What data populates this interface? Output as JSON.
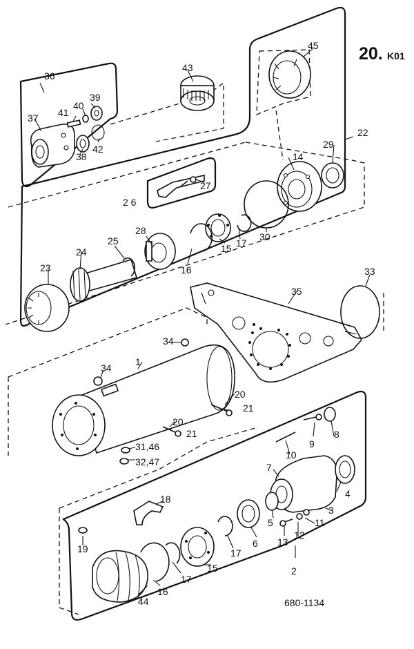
{
  "header": {
    "section_main": "20.",
    "section_sub": "K01"
  },
  "footer": {
    "drawing_number": "680-1134"
  },
  "callouts": {
    "c1": "1",
    "c2": "2",
    "c3": "3",
    "c4": "4",
    "c5": "5",
    "c6": "6",
    "c7": "7",
    "c8": "8",
    "c9": "9",
    "c10": "10",
    "c11": "11",
    "c12": "12",
    "c13": "13",
    "c14": "14",
    "c15a": "15",
    "c15b": "15",
    "c16a": "16",
    "c16b": "16",
    "c17a": "17",
    "c17b": "17",
    "c17c": "17",
    "c18": "18",
    "c19": "19",
    "c20a": "20",
    "c20b": "20",
    "c21a": "21",
    "c21b": "21",
    "c22": "22",
    "c23": "23",
    "c24": "24",
    "c25": "25",
    "c26": "2 6",
    "c27": "27",
    "c28": "28",
    "c29": "29",
    "c30": "30",
    "c31": "31,46",
    "c32": "32,47",
    "c33": "33",
    "c34a": "34",
    "c34b": "34",
    "c35": "35",
    "c36": "36",
    "c37": "37",
    "c38": "38",
    "c39": "39",
    "c40": "40",
    "c41": "41",
    "c42": "42",
    "c43": "43",
    "c44": "44",
    "c45": "45"
  }
}
